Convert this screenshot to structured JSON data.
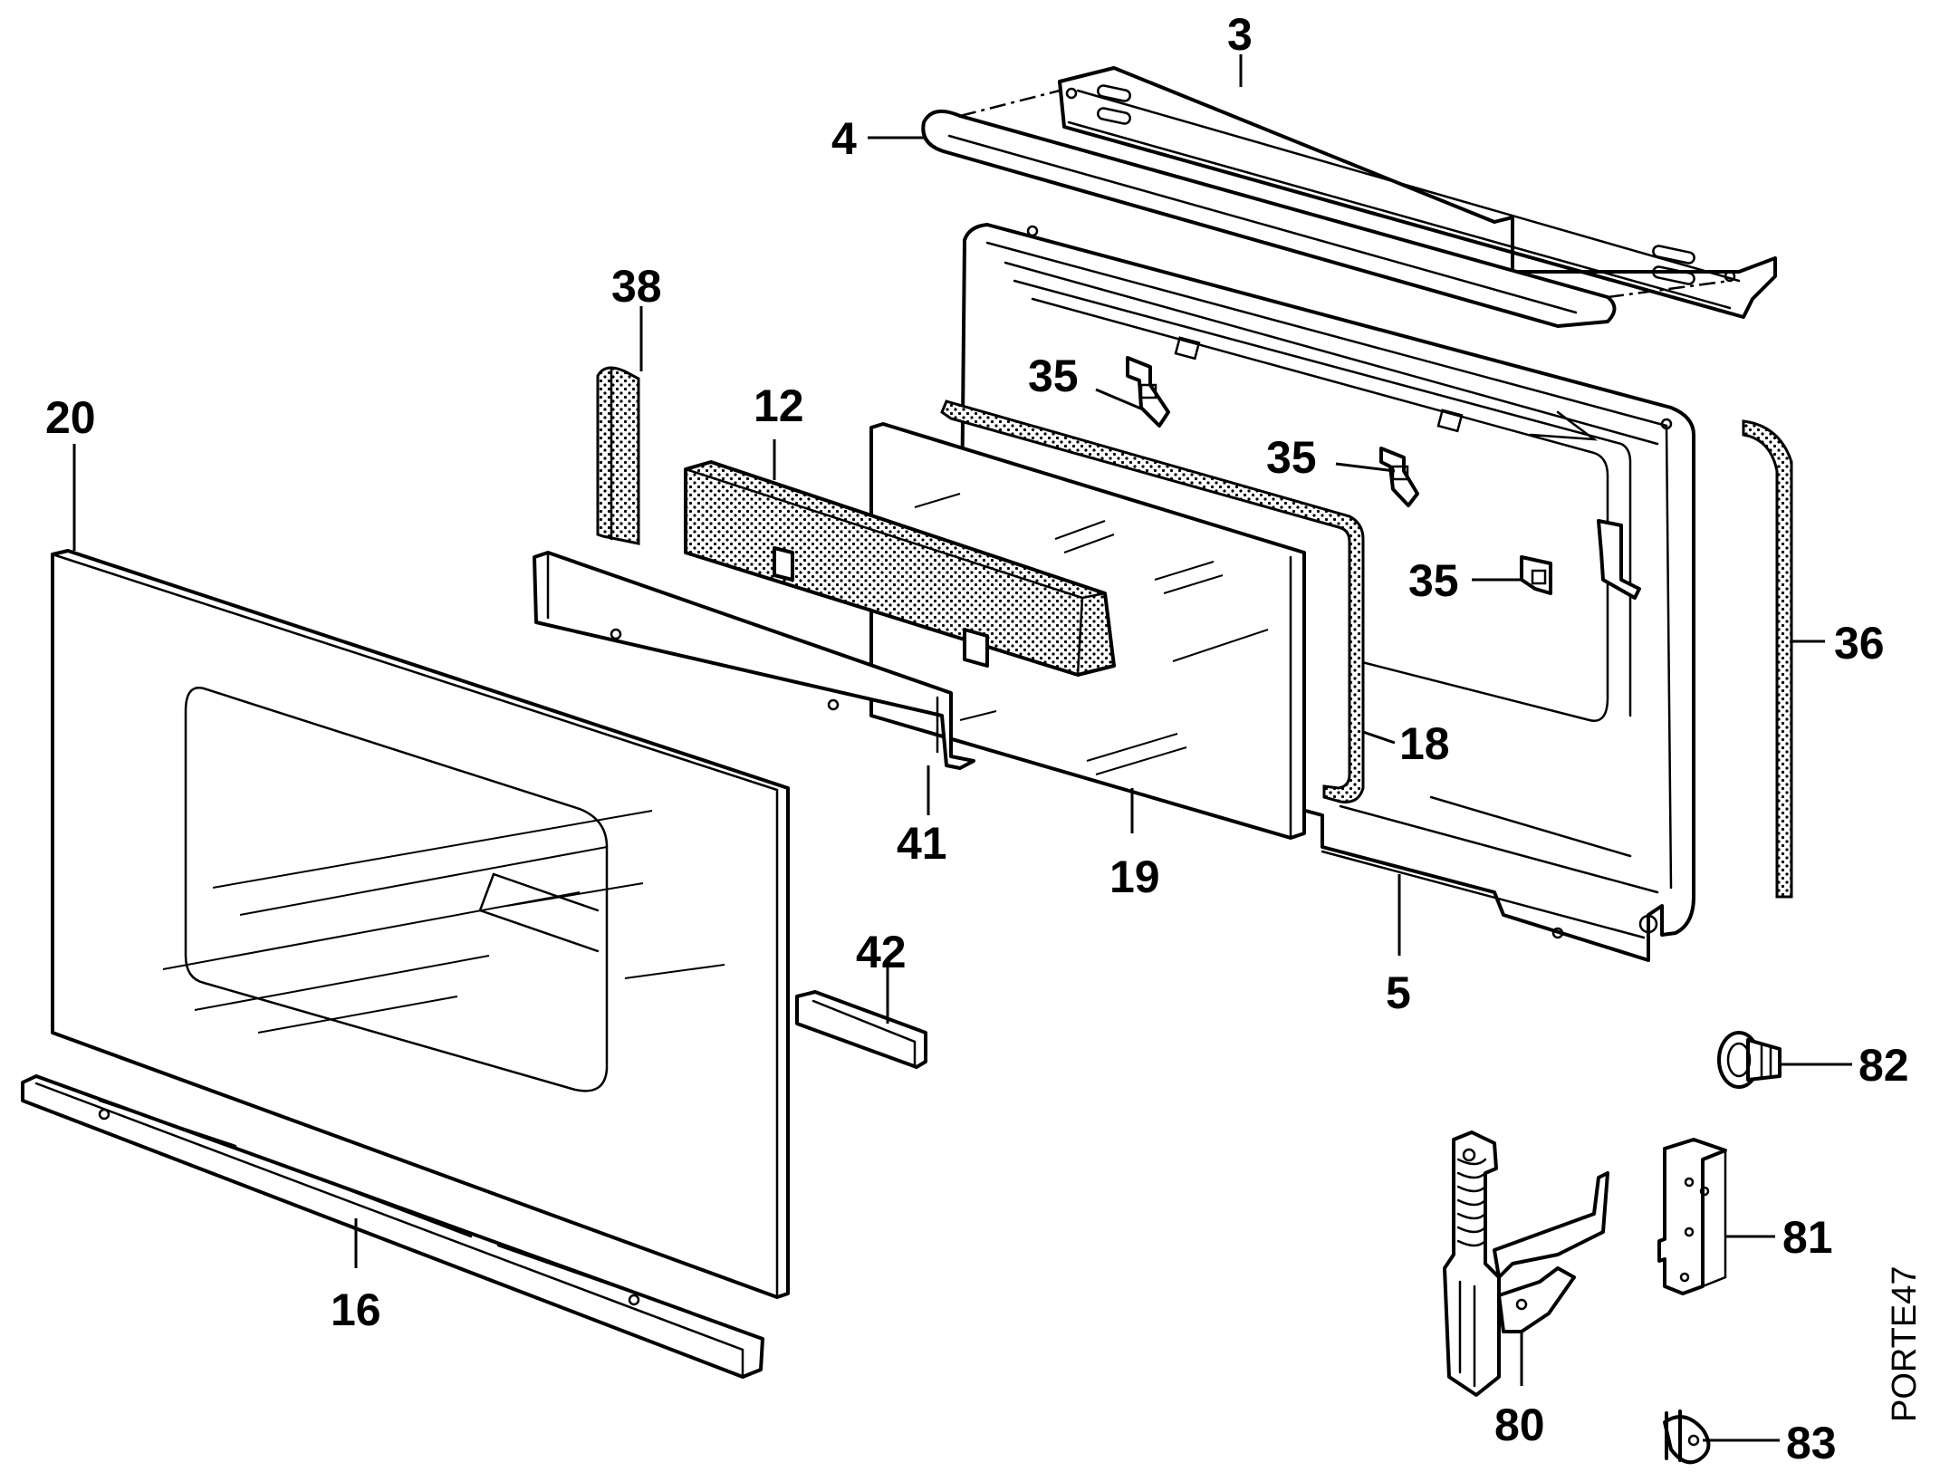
{
  "diagram": {
    "drawing_code": "PORTE47",
    "callouts": {
      "p3": "3",
      "p4": "4",
      "p5": "5",
      "p12": "12",
      "p16": "16",
      "p18": "18",
      "p19": "19",
      "p20": "20",
      "p35a": "35",
      "p35b": "35",
      "p35c": "35",
      "p36": "36",
      "p38": "38",
      "p41": "41",
      "p42": "42",
      "p80": "80",
      "p81": "81",
      "p82": "82",
      "p83": "83"
    }
  }
}
